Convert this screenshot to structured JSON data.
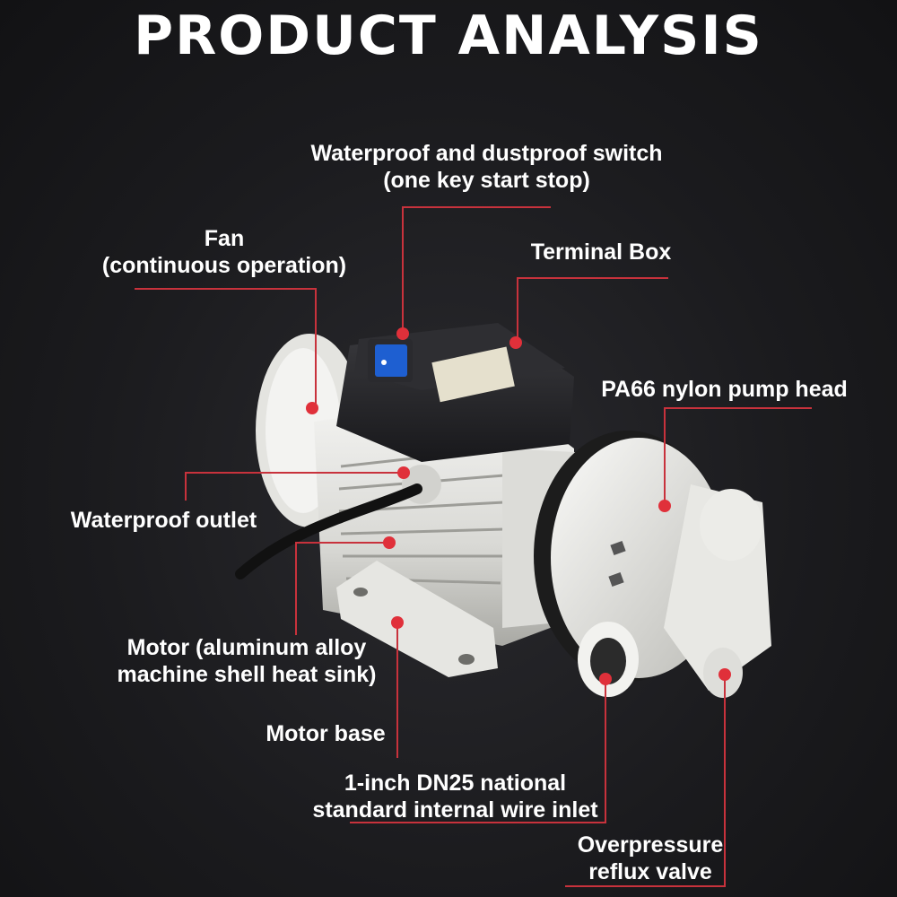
{
  "title": "PRODUCT ANALYSIS",
  "colors": {
    "background": "#1b1b1e",
    "text": "#ffffff",
    "callout_line": "#c8323c",
    "callout_dot": "#e0303a",
    "switch": "#1e5fd1",
    "pump_body": "#e9e9e6",
    "terminal_box": "#222226"
  },
  "callouts": {
    "switch": {
      "line1": "Waterproof and dustproof switch",
      "line2": "(one key start stop)"
    },
    "fan": {
      "line1": "Fan",
      "line2": "(continuous operation)"
    },
    "terminal_box": {
      "line1": "Terminal Box"
    },
    "pump_head": {
      "line1": "PA66 nylon pump head"
    },
    "outlet": {
      "line1": "Waterproof outlet"
    },
    "motor": {
      "line1": "Motor (aluminum alloy",
      "line2": "machine shell heat sink)"
    },
    "motor_base": {
      "line1": "Motor base"
    },
    "inlet": {
      "line1": "1-inch DN25 national",
      "line2": "standard internal wire inlet"
    },
    "valve": {
      "line1": "Overpressure",
      "line2": "reflux valve"
    }
  },
  "product_image": {
    "icon": "electric-transfer-pump-illustration"
  }
}
